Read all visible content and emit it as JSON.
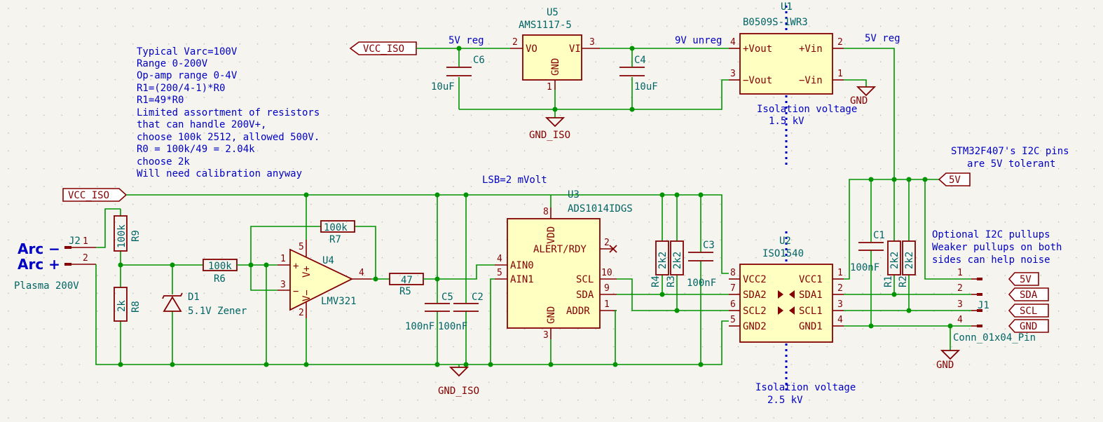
{
  "notes": {
    "varc": [
      "Typical Varc=100V",
      "Range 0-200V",
      "Op-amp range 0-4V",
      "R1=(200/4-1)*R0",
      "R1=49*R0",
      "Limited assortment of resistors",
      "that can handle 200V+,",
      "choose 100k 2512, allowed 500V.",
      "R0 = 100k/49 = 2.04k",
      "choose 2k",
      "Will need calibration anyway"
    ],
    "lsb": "LSB=2 mVolt",
    "stm": [
      "STM32F407's I2C pins",
      "are 5V tolerant"
    ],
    "pullups": [
      "Optional I2C pullups",
      "Weaker pullups on both",
      "sides can help noise"
    ],
    "iso_top": [
      "Isolation voltage",
      "1.5 kV"
    ],
    "iso_bottom": [
      "Isolation voltage",
      "2.5 kV"
    ],
    "vreg_5v_top": "5V reg",
    "vreg_9v": "9V unreg",
    "vreg_5v_right": "5V reg"
  },
  "connector_j2": {
    "ref": "J2",
    "arc_minus": "Arc  −",
    "arc_plus": "Arc  +",
    "plasma": "Plasma 200V",
    "pin1": "1",
    "pin2": "2"
  },
  "labels": {
    "vcc_iso_top": "VCC_ISO",
    "vcc_iso_left": "VCC_ISO",
    "v5": "5V",
    "gnd_iso_top": "GND_ISO",
    "gnd_iso_bottom": "GND_ISO",
    "gnd_right": "GND",
    "gnd_j1": "GND"
  },
  "u5": {
    "ref": "U5",
    "value": "AMS1117-5",
    "vo": "VO",
    "vi": "VI",
    "gnd": "GND",
    "p1": "1",
    "p2": "2",
    "p3": "3"
  },
  "u1": {
    "ref": "U1",
    "value": "B0509S-1WR3",
    "pvout": "+Vout",
    "mvout": "−Vout",
    "pvin": "+Vin",
    "mvin": "−Vin",
    "p1": "1",
    "p2": "2",
    "p3": "3",
    "p4": "4"
  },
  "c6": {
    "ref": "C6",
    "value": "10uF"
  },
  "c4": {
    "ref": "C4",
    "value": "10uF"
  },
  "r9": {
    "ref": "R9",
    "value": "100k"
  },
  "r8": {
    "ref": "R8",
    "value": "2k"
  },
  "r6": {
    "ref": "R6",
    "value": "100k"
  },
  "r7": {
    "ref": "R7",
    "value": "100k"
  },
  "r5": {
    "ref": "R5",
    "value": "47"
  },
  "d1": {
    "ref": "D1",
    "value": "5.1V Zener"
  },
  "u4": {
    "ref": "U4",
    "value": "LMV321",
    "plus": "+",
    "minus": "−",
    "vp": "V+",
    "vm": "V−",
    "p1": "1",
    "p2": "2",
    "p3": "3",
    "p4": "4",
    "p5": "5"
  },
  "c5": {
    "ref": "C5",
    "value": "100nF"
  },
  "c2": {
    "ref": "C2",
    "value": "100nF"
  },
  "u3": {
    "ref": "U3",
    "value": "ADS1014IDGS",
    "vdd": "VDD",
    "alert": "ALERT/RDY",
    "ain0": "AIN0",
    "ain1": "AIN1",
    "scl": "SCL",
    "sda": "SDA",
    "gnd": "GND",
    "addr": "ADDR",
    "p1": "1",
    "p2": "2",
    "p3": "3",
    "p4": "4",
    "p5": "5",
    "p8": "8",
    "p9": "9",
    "p10": "10"
  },
  "r4": {
    "ref": "R4",
    "value": "2k2"
  },
  "r3": {
    "ref": "R3",
    "value": "2k2"
  },
  "c3": {
    "ref": "C3",
    "value": "100nF"
  },
  "u2": {
    "ref": "U2",
    "value": "ISO1540",
    "vcc2": "VCC2",
    "sda2": "SDA2",
    "scl2": "SCL2",
    "gnd2": "GND2",
    "vcc1": "VCC1",
    "sda1": "SDA1",
    "scl1": "SCL1",
    "gnd1": "GND1",
    "p1": "1",
    "p2": "2",
    "p3": "3",
    "p4": "4",
    "p5": "5",
    "p6": "6",
    "p7": "7",
    "p8": "8"
  },
  "c1": {
    "ref": "C1",
    "value": "100nF"
  },
  "r1": {
    "ref": "R1",
    "value": "2k2"
  },
  "r2": {
    "ref": "R2",
    "value": "2k2"
  },
  "j1": {
    "ref": "J1",
    "value": "Conn_01x04_Pin",
    "p1": "1",
    "p2": "2",
    "p3": "3",
    "p4": "4",
    "l1": "5V",
    "l2": "SDA",
    "l3": "SCL",
    "l4": "GND"
  },
  "colors": {
    "wire": "#009400",
    "component": "#840000",
    "body": "#ffffc2",
    "note": "#0000c4",
    "ref": "#006464",
    "background": "#f5f4ef"
  }
}
